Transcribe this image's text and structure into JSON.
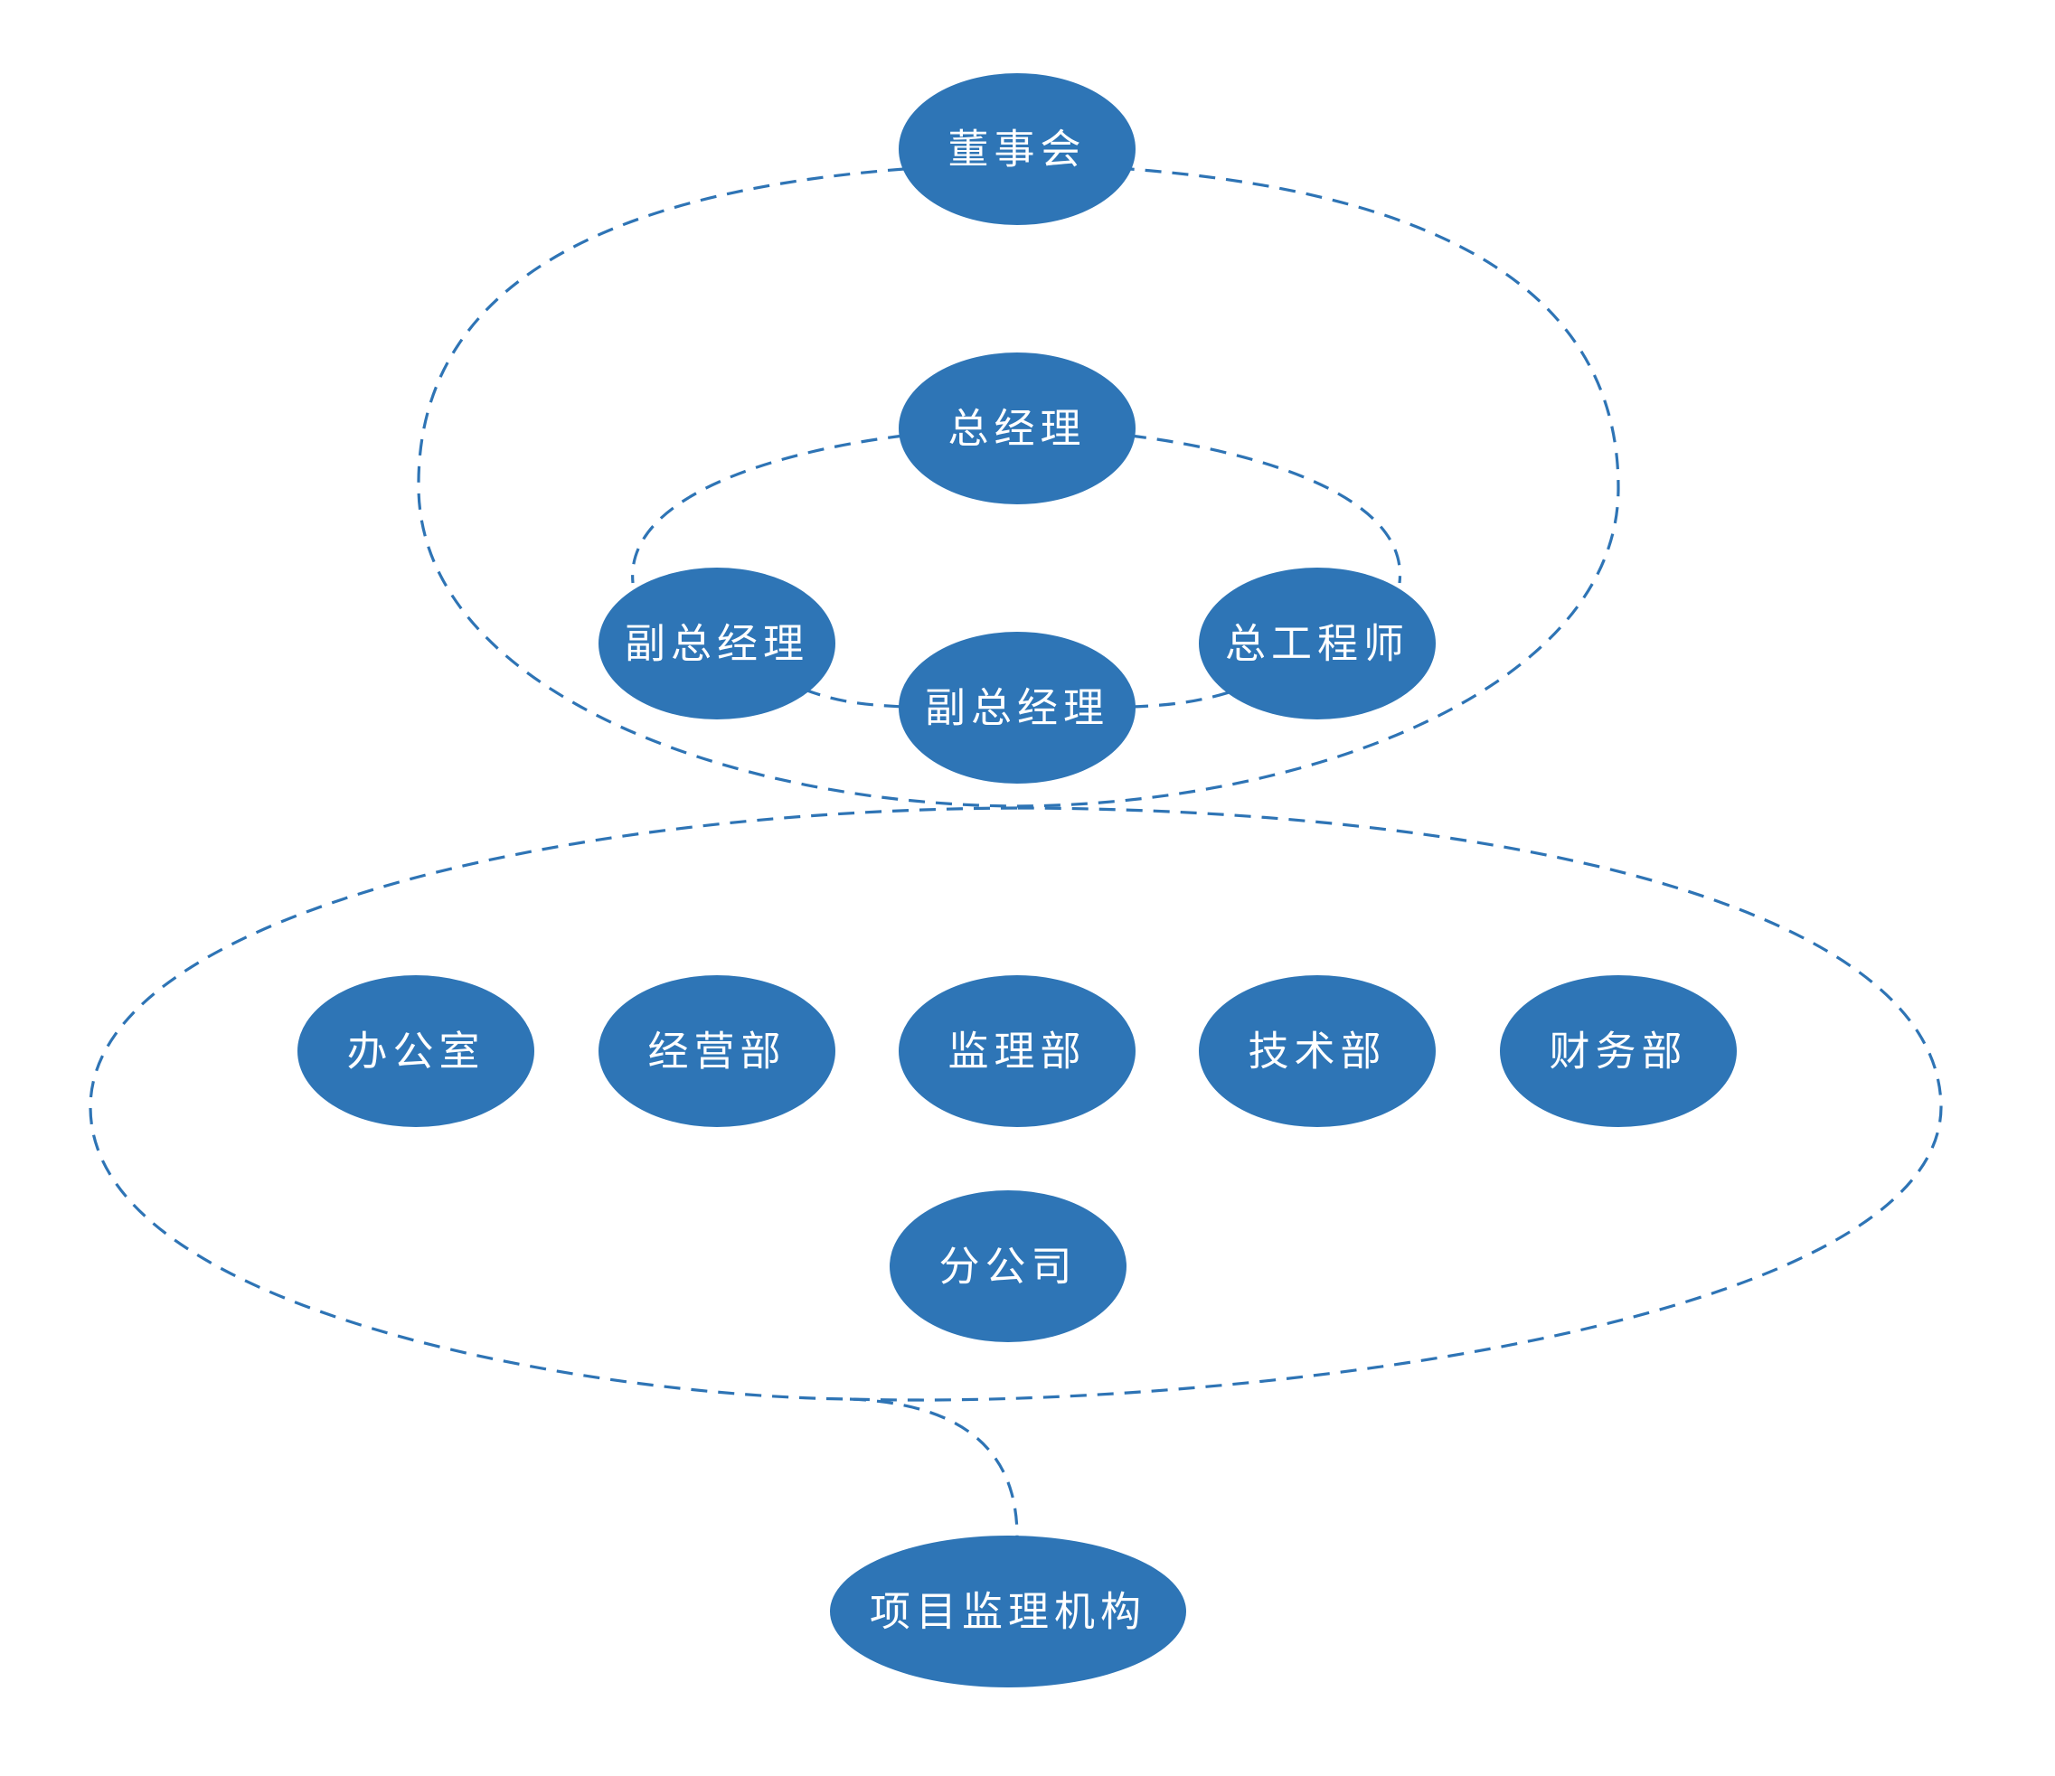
{
  "colors": {
    "node_fill": "#2e75b6",
    "node_text": "#ffffff",
    "connector": "#2e74b5",
    "background": "#ffffff"
  },
  "nodes": {
    "board": "董事会",
    "general_manager": "总经理",
    "deputy_gm_left": "副总经理",
    "deputy_gm_center": "副总经理",
    "chief_engineer": "总工程师",
    "office": "办公室",
    "business_dept": "经营部",
    "supervision_dept": "监理部",
    "technical_dept": "技术部",
    "finance_dept": "财务部",
    "branch": "分公司",
    "project_agency": "项目监理机构"
  }
}
